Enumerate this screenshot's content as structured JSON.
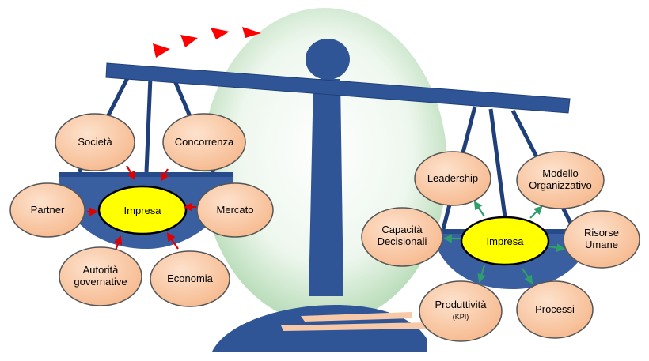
{
  "left_pan": {
    "center": "Impresa",
    "factors": [
      {
        "id": "societa",
        "lines": [
          "Società"
        ]
      },
      {
        "id": "concorrenza",
        "lines": [
          "Concorrenza"
        ]
      },
      {
        "id": "partner",
        "lines": [
          "Partner"
        ]
      },
      {
        "id": "mercato",
        "lines": [
          "Mercato"
        ]
      },
      {
        "id": "autorita",
        "lines": [
          "Autorità",
          "governative"
        ]
      },
      {
        "id": "economia",
        "lines": [
          "Economia"
        ]
      }
    ]
  },
  "right_pan": {
    "center": "Impresa",
    "factors": [
      {
        "id": "leadership",
        "lines": [
          "Leadership"
        ]
      },
      {
        "id": "modello",
        "lines": [
          "Modello",
          "Organizzativo"
        ]
      },
      {
        "id": "capacita",
        "lines": [
          "Capacità",
          "Decisionali"
        ]
      },
      {
        "id": "risorse",
        "lines": [
          "Risorse",
          "Umane"
        ]
      },
      {
        "id": "produttivita",
        "lines": [
          "Produttività"
        ],
        "sub": "(KPI)"
      },
      {
        "id": "processi",
        "lines": [
          "Processi"
        ]
      }
    ]
  },
  "colors": {
    "beam": "#2f5597",
    "pan": "#3a5fa0",
    "factor_fill": "#f9c9a6",
    "factor_stroke": "#555555",
    "center_fill": "#ffff00",
    "left_arrows": "#ff0000",
    "right_arrows": "#2e9e6a",
    "tilt_arrows": "#ff0000",
    "halo": "#c8e6c8"
  }
}
